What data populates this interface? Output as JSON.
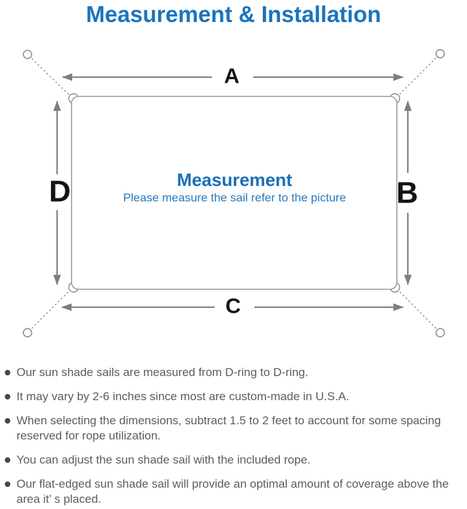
{
  "header": {
    "title": "Measurement & Installation",
    "title_color": "#1b74bc"
  },
  "diagram": {
    "dimension_labels": {
      "top": "A",
      "right": "B",
      "bottom": "C",
      "left": "D"
    },
    "center": {
      "title": "Measurement",
      "subtitle": "Please measure the sail refer to the picture",
      "title_color": "#1a6fb5",
      "subtitle_color": "#2679bd"
    },
    "colors": {
      "arrow_gray": "#7e7e7e",
      "sail_border": "#9c9c9c",
      "dashed_gray": "#8b8b8b",
      "label_black": "#141414"
    }
  },
  "notes": {
    "text_color": "#5c5c5c",
    "bullets": [
      "Our sun shade sails are measured from D-ring to D-ring.",
      "It may vary by 2-6 inches since most are custom-made in U.S.A.",
      "When selecting the dimensions, subtract 1.5 to 2 feet to account for some spacing reserved for rope utilization.",
      "You can adjust the sun shade sail with the included rope.",
      "Our flat-edged sun shade sail will provide an optimal amount of coverage above the area it’ s placed."
    ]
  }
}
